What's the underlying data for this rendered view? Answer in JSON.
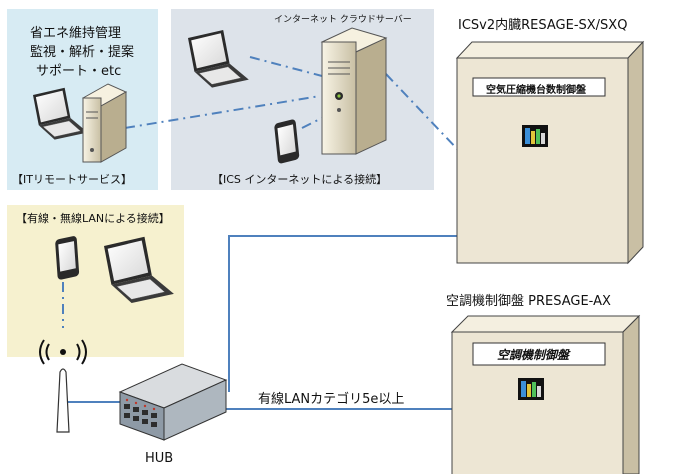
{
  "remote_box": {
    "lines": [
      "省エネ維持管理",
      "監視・解析・提案",
      "サポート・etc"
    ],
    "caption": "【ITリモートサービス】"
  },
  "cloud_box": {
    "server_label": "インターネット クラウドサーバー",
    "caption": "【ICS インターネットによる接続】"
  },
  "lan_box": {
    "caption": "【有線・無線LANによる接続】"
  },
  "panel1": {
    "title": "ICSv2内臓RESAGE-SX/SXQ",
    "plate": "空気圧縮機台数制御盤"
  },
  "panel2": {
    "title": "空調機制御盤 PRESAGE-AX",
    "plate": "空調機制御盤"
  },
  "cable_label": "有線LANカテゴリ5e以上",
  "hub_label": "HUB",
  "colors": {
    "lightblue": "#d7ebf3",
    "lightgray": "#dde3ea",
    "cream": "#f6f1cf",
    "line": "#4f81bd",
    "panel": "#ede6d4"
  }
}
